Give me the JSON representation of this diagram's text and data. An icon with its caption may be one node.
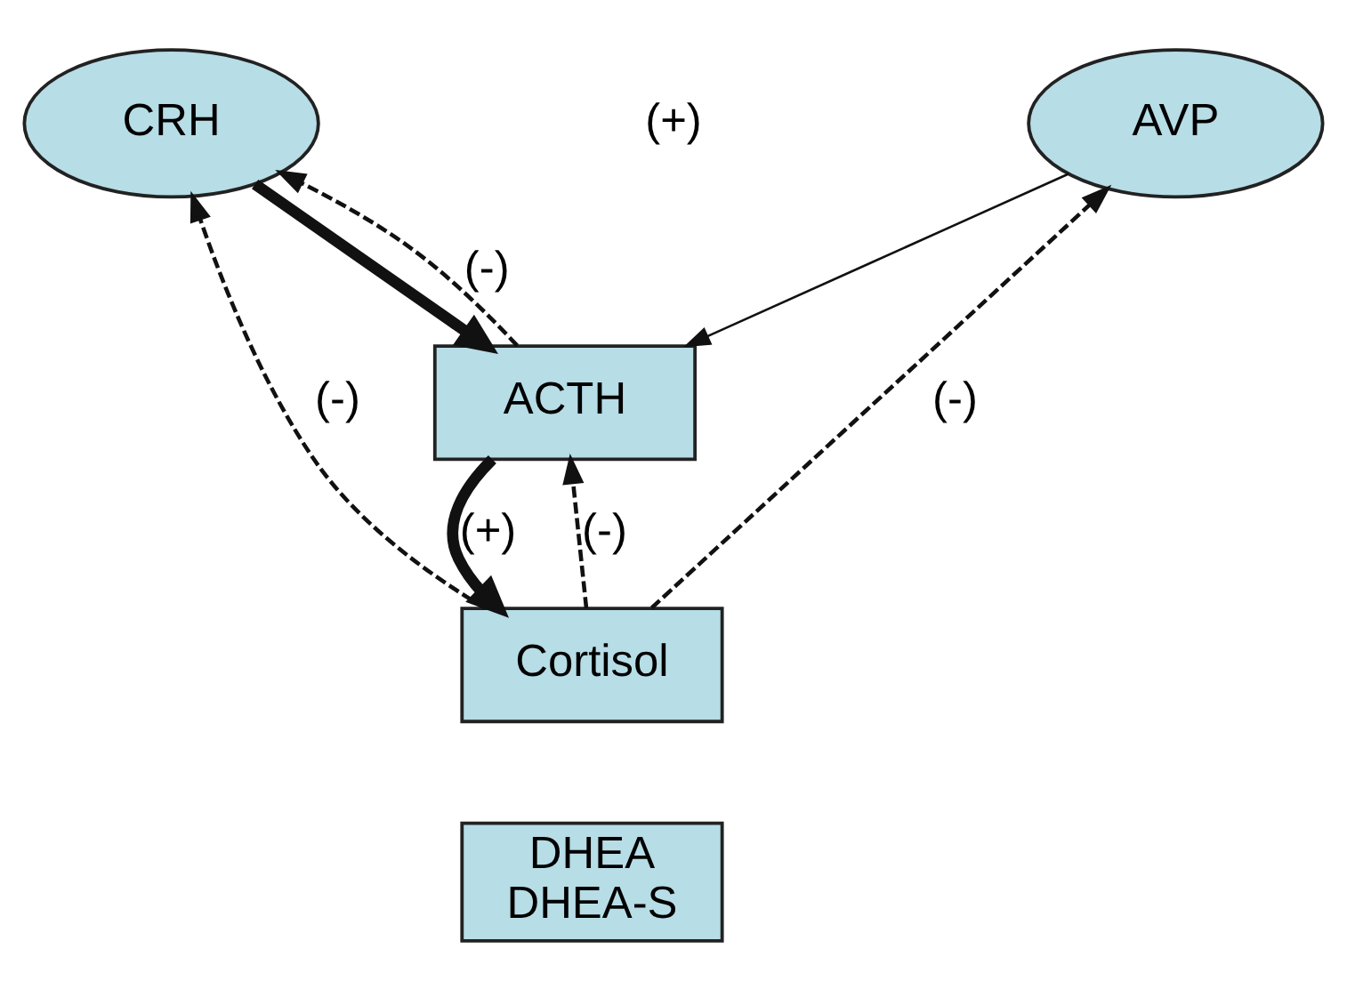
{
  "diagram": {
    "nodes": [
      {
        "text": [
          "CRH"
        ]
      },
      {
        "text": [
          "AVP"
        ]
      },
      {
        "text": [
          "ACTH"
        ]
      },
      {
        "text": [
          "Cortisol"
        ]
      },
      {
        "text": [
          "DHEA DHEA-S"
        ]
      }
    ],
    "edges": [
      {
        "from": 0,
        "to": 2,
        "arrow": "to",
        "style": "thick"
      },
      {
        "from": 1,
        "to": 2,
        "arrow": "to"
      },
      {
        "from": 2,
        "to": 0,
        "arrow": "to",
        "style": "dashed",
        "label": "(-)"
      },
      {
        "from": 3,
        "to": 0,
        "arrow": "to",
        "style": "dashed",
        "label": "(-)"
      },
      {
        "from": 2,
        "to": 3,
        "arrow": "to",
        "style": "thick",
        "label": "(+)"
      },
      {
        "from": 3,
        "to": 2,
        "arrow": "to",
        "style": "dashed",
        "label": "(-)"
      },
      {
        "from": 3,
        "to": 1,
        "arrow": "to",
        "style": "dashed",
        "label": "(-)"
      }
    ],
    "labels": [
      "(+)"
    ]
  }
}
